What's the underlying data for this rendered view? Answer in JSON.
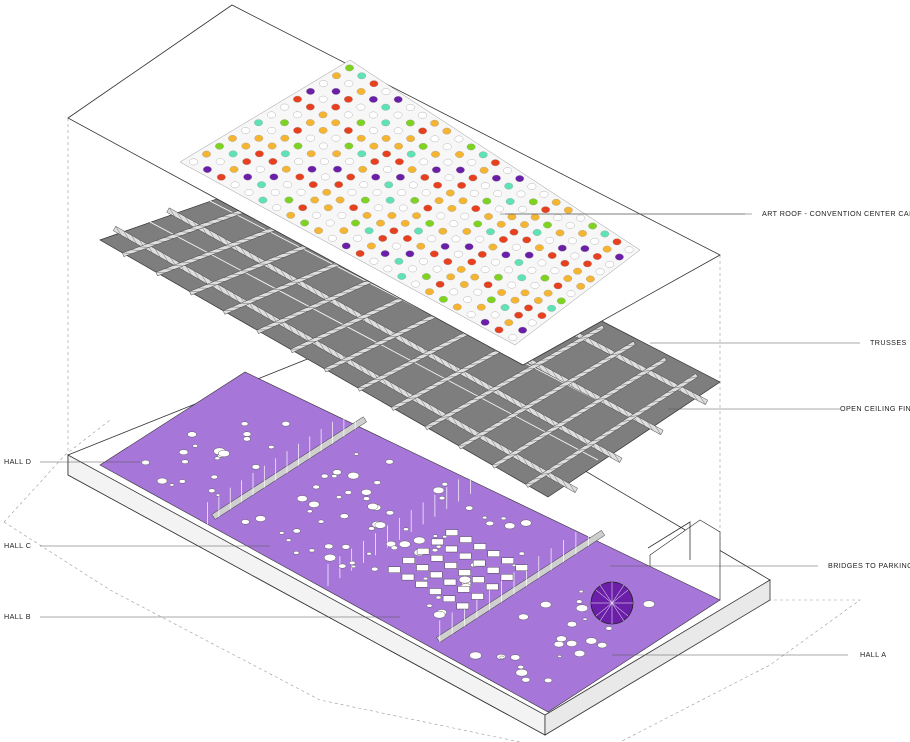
{
  "labels": {
    "art_roof": "ART ROOF - CONVENTION CENTER CANVAS",
    "trusses": "TRUSSES",
    "open_ceiling_fin": "OPEN CEILING FIN",
    "hall_d": "HALL D",
    "hall_c": "HALL C",
    "hall_b": "HALL B",
    "bridges_to_parking": "BRIDGES TO PARKING",
    "hall_a": "HALL A"
  },
  "colors": {
    "roof_sheet": "#ffffff",
    "canvas_panel": "#f4f4f4",
    "fin_gray": "#7e7e7e",
    "hall_floor": "#a676d8",
    "truss": "#cfcfcf",
    "dot_red": "#e8401f",
    "dot_orange": "#f5b531",
    "dot_teal": "#5fe2b6",
    "dot_green": "#7ed321",
    "dot_purple": "#6b1fa8",
    "dot_empty": "#ffffff"
  },
  "roof_dot_palette": [
    "dot_empty",
    "dot_empty",
    "dot_empty",
    "dot_orange",
    "dot_red",
    "dot_teal",
    "dot_green",
    "dot_purple",
    "dot_empty",
    "dot_orange"
  ]
}
